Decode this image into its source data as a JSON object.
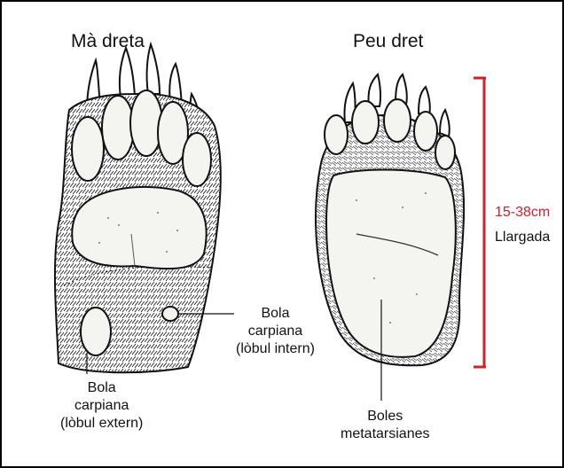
{
  "left_title": "Mà dreta",
  "right_title": "Peu dret",
  "label_carpal_inner": [
    "Bola",
    "carpiana",
    "(lòbul intern)"
  ],
  "label_carpal_outer": [
    "Bola",
    "carpiana",
    "(lòbul extern)"
  ],
  "label_metatarsal": [
    "Boles",
    "metatarsianes"
  ],
  "measure_range": "15-38cm",
  "measure_name": "Llargada",
  "colors": {
    "ink": "#111111",
    "measure": "#d0202a",
    "pad": "#f4f4f0"
  }
}
